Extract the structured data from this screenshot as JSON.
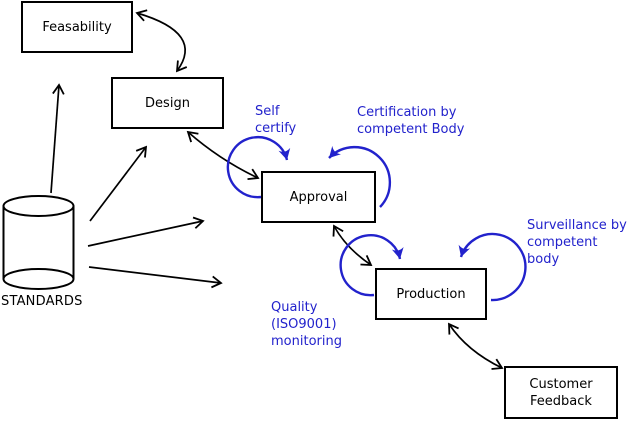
{
  "diagram": {
    "nodes": {
      "feasability": {
        "label": "Feasability"
      },
      "design": {
        "label": "Design"
      },
      "approval": {
        "label": "Approval"
      },
      "production": {
        "label": "Production"
      },
      "customer_feedback": {
        "label": "Customer\nFeedback"
      },
      "standards": {
        "label": "STANDARDS"
      }
    },
    "annotations": {
      "self_certify": {
        "label": "Self\ncertify"
      },
      "certification": {
        "label": "Certification by\ncompetent Body"
      },
      "surveillance": {
        "label": "Surveillance by\ncompetent body"
      },
      "quality": {
        "label": "Quality\n(ISO9001)\nmonitoring"
      }
    },
    "colors": {
      "line": "#000000",
      "annotation_blue": "#2222cc",
      "background": "#ffffff",
      "node_fill": "#ffffff"
    }
  }
}
